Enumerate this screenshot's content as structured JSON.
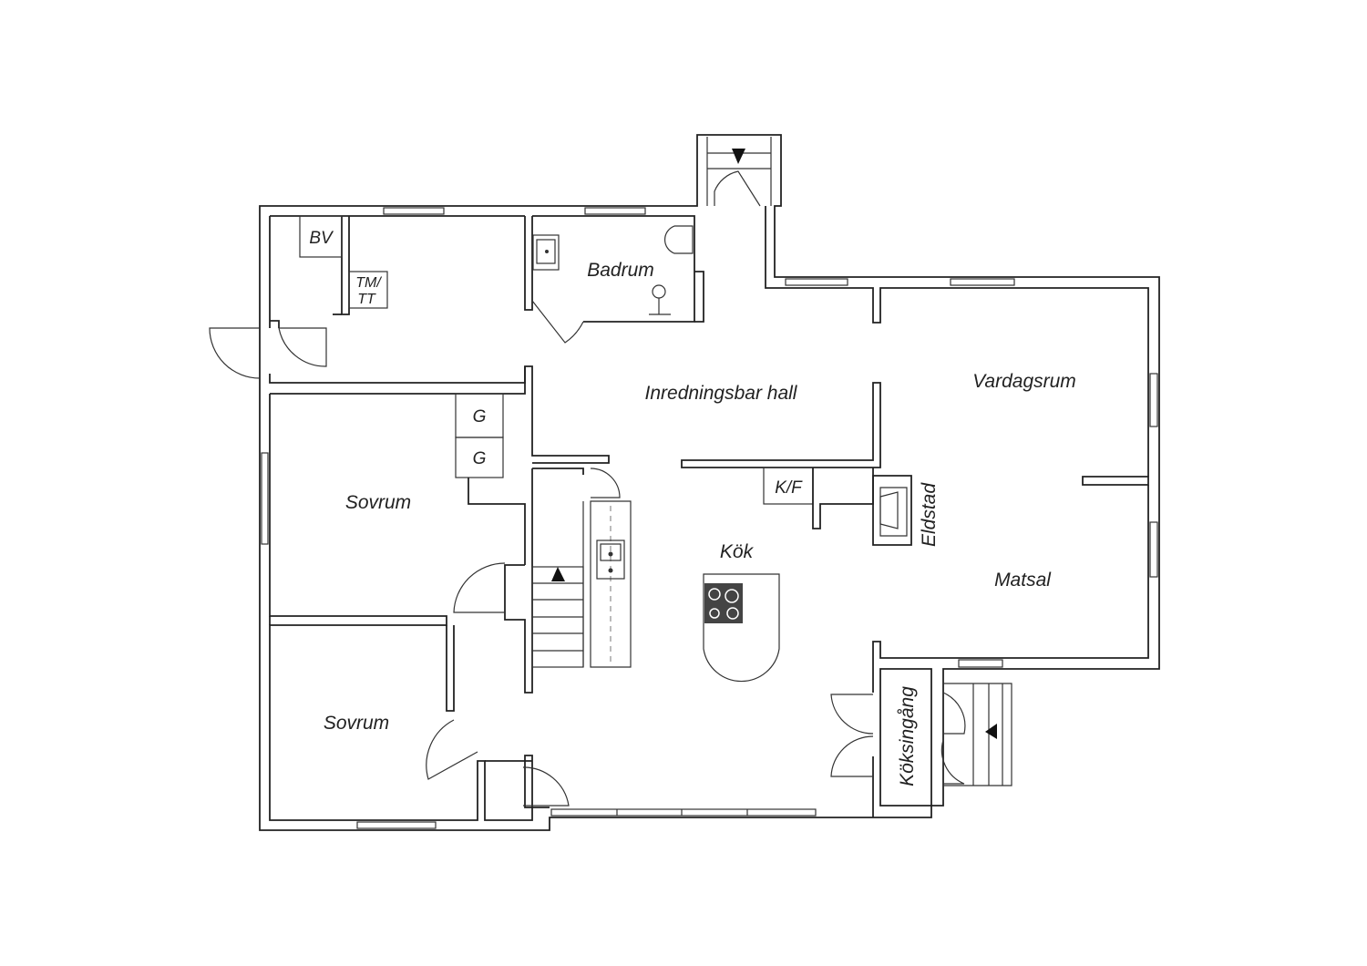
{
  "rooms": {
    "badrum": "Badrum",
    "hall": "Inredningsbar hall",
    "vardagsrum": "Vardagsrum",
    "sovrum_1": "Sovrum",
    "sovrum_2": "Sovrum",
    "kok": "Kök",
    "matsal": "Matsal",
    "eldstad": "Eldstad",
    "koksingang": "Köksingång"
  },
  "fixtures": {
    "bv": "BV",
    "tm_line1": "TM/",
    "tm_line2": "TT",
    "g1": "G",
    "g2": "G",
    "kf": "K/F"
  },
  "colors": {
    "wall": "#222222",
    "background": "#ffffff",
    "appliance": "#444444"
  }
}
